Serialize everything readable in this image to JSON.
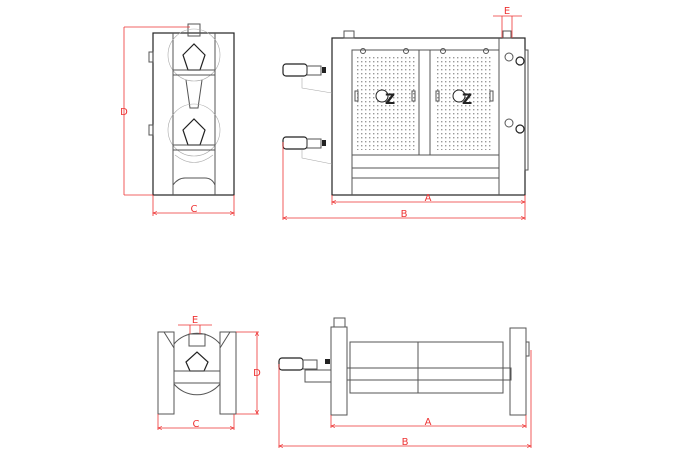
{
  "drawing": {
    "front_side_view": {
      "height_label": "D",
      "width_label": "C"
    },
    "front_main_view": {
      "offset_label": "E",
      "inner_length_label": "A",
      "overall_length_label": "B",
      "panel_logo": "Z"
    },
    "bottom_side_view": {
      "offset_label": "E",
      "height_label": "D",
      "width_label": "C"
    },
    "bottom_main_view": {
      "inner_length_label": "A",
      "overall_length_label": "B"
    }
  },
  "colors": {
    "dimension": "#e33333",
    "outline": "#555555"
  }
}
